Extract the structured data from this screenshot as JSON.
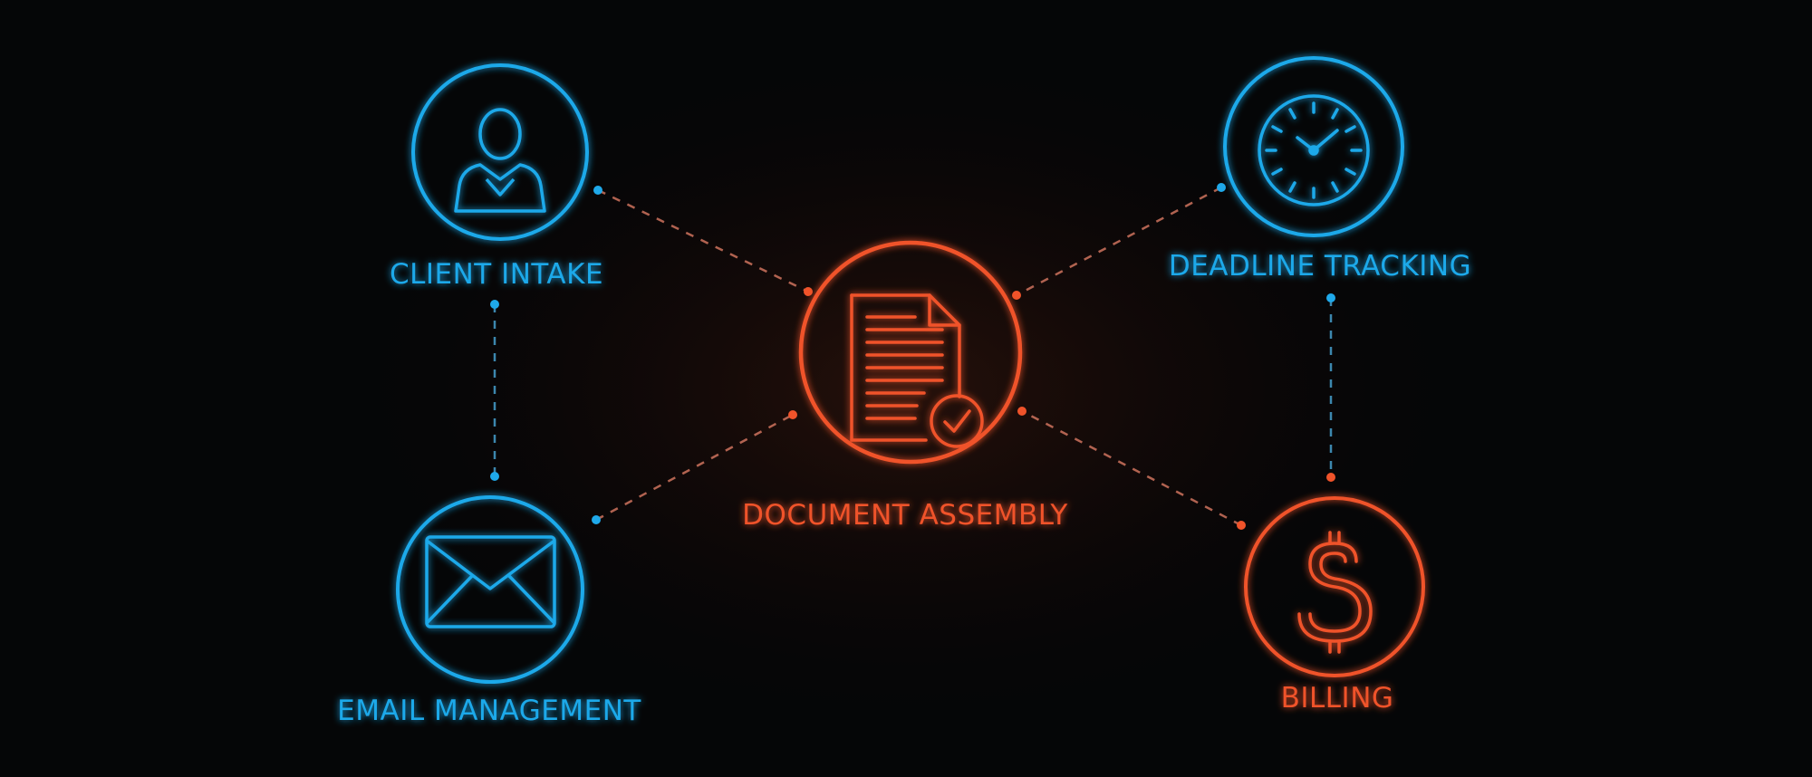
{
  "colors": {
    "background": "#050607",
    "blue": "#1fa9ea",
    "orange": "#f0532a"
  },
  "nodes": {
    "client_intake": {
      "label": "CLIENT INTAKE",
      "icon": "person-icon",
      "color": "blue"
    },
    "deadline_tracking": {
      "label": "DEADLINE TRACKING",
      "icon": "clock-icon",
      "color": "blue"
    },
    "document_assembly": {
      "label": "DOCUMENT ASSEMBLY",
      "icon": "document-check-icon",
      "color": "orange"
    },
    "email_management": {
      "label": "EMAIL MANAGEMENT",
      "icon": "envelope-icon",
      "color": "blue"
    },
    "billing": {
      "label": "BILLING",
      "icon": "dollar-icon",
      "color": "orange"
    }
  },
  "connections": [
    {
      "from": "client_intake",
      "to": "document_assembly"
    },
    {
      "from": "deadline_tracking",
      "to": "document_assembly"
    },
    {
      "from": "email_management",
      "to": "document_assembly"
    },
    {
      "from": "billing",
      "to": "document_assembly"
    },
    {
      "from": "client_intake",
      "to": "email_management"
    },
    {
      "from": "deadline_tracking",
      "to": "billing"
    }
  ]
}
